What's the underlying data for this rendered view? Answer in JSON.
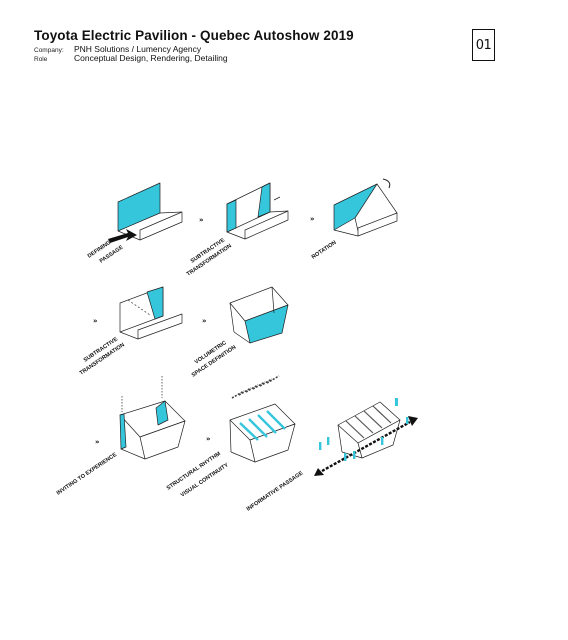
{
  "header": {
    "title": "Toyota Electric Pavilion - Quebec Autoshow 2019",
    "company_key": "Company:",
    "company_value": "PNH Solutions / Lumency Agency",
    "role_key": "Role",
    "role_value": "Conceptual Design, Rendering, Detailing",
    "page_number": "01"
  },
  "diagrams": {
    "accent_color": "#35c6dc",
    "step_marker": "»",
    "labels": {
      "defining_1": "DEFINING A",
      "defining_2": "PASSAGE",
      "subtractive_1a": "SUBTRACTIVE",
      "subtractive_1b": "TRANSFORMATION",
      "rotation": "ROTATION",
      "subtractive_2a": "SUBTRACTIVE",
      "subtractive_2b": "TRANSFORMATION",
      "volumetric_1": "VOLUMETRIC",
      "volumetric_2": "SPACE DEFINITION",
      "inviting": "INVITING TO EXPERIENCE",
      "structural_1": "STRUCTURAL RHYTHM",
      "structural_2": "VISUAL CONTINUITY",
      "informative": "INFORMATIVE PASSAGE"
    }
  }
}
